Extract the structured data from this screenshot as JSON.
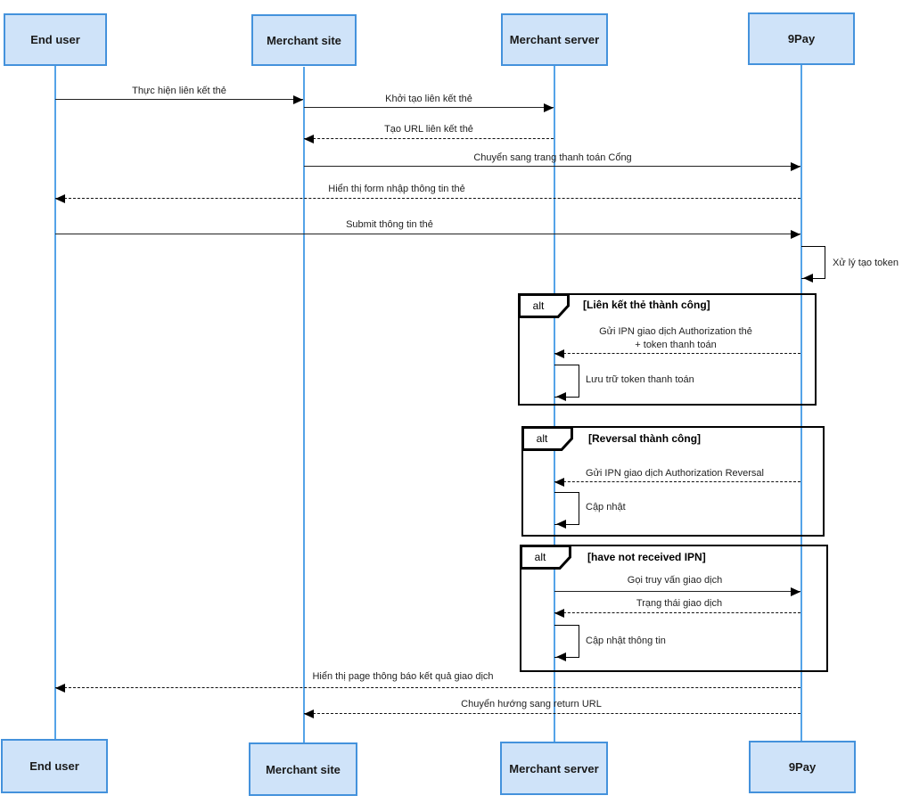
{
  "diagram_type": "uml-sequence-diagram",
  "colors": {
    "actor_fill": "#cfe3f9",
    "actor_border": "#4492dc",
    "lifeline": "#54a3e8",
    "frame_border": "#000000",
    "message_color": "#1f1f1f",
    "background": "#ffffff"
  },
  "actors": [
    {
      "name": "End user"
    },
    {
      "name": "Merchant site"
    },
    {
      "name": "Merchant server"
    },
    {
      "name": "9Pay"
    }
  ],
  "fragments": [
    {
      "operator": "alt",
      "condition": "[Liên kết thẻ thành công]"
    },
    {
      "operator": "alt",
      "condition": "[Reversal thành công]"
    },
    {
      "operator": "alt",
      "condition": "[have not received IPN]"
    }
  ],
  "messages": [
    {
      "label": "Thực hiện liên kết thẻ",
      "from": "End user",
      "to": "Merchant site",
      "style": "solid"
    },
    {
      "label": "Khởi tạo liên kết thẻ",
      "from": "Merchant site",
      "to": "Merchant server",
      "style": "solid"
    },
    {
      "label": "Tạo URL liên kết thẻ",
      "from": "Merchant server",
      "to": "Merchant site",
      "style": "dashed"
    },
    {
      "label": "Chuyển sang trang thanh toán Cổng",
      "from": "Merchant site",
      "to": "9Pay",
      "style": "solid"
    },
    {
      "label": "Hiển thị form nhập thông tin thẻ",
      "from": "9Pay",
      "to": "End user",
      "style": "dashed"
    },
    {
      "label": "Submit thông tin thẻ",
      "from": "End user",
      "to": "9Pay",
      "style": "solid"
    },
    {
      "label": "Xử lý tạo token",
      "from": "9Pay",
      "to": "9Pay",
      "style": "self"
    },
    {
      "label": "Gửi IPN giao dịch Authorization thẻ",
      "label_line2": "+ token thanh toán",
      "from": "9Pay",
      "to": "Merchant server",
      "style": "dashed",
      "fragment": "alt-1"
    },
    {
      "label": "Lưu trữ token thanh toán",
      "from": "Merchant server",
      "to": "Merchant server",
      "style": "self",
      "fragment": "alt-1"
    },
    {
      "label": "Gửi IPN giao dịch Authorization Reversal",
      "from": "9Pay",
      "to": "Merchant server",
      "style": "dashed",
      "fragment": "alt-2"
    },
    {
      "label": "Cập nhật",
      "from": "Merchant server",
      "to": "Merchant server",
      "style": "self",
      "fragment": "alt-2"
    },
    {
      "label": "Gọi truy vấn giao dịch",
      "from": "Merchant server",
      "to": "9Pay",
      "style": "solid",
      "fragment": "alt-3"
    },
    {
      "label": "Trạng thái giao dịch",
      "from": "9Pay",
      "to": "Merchant server",
      "style": "dashed",
      "fragment": "alt-3"
    },
    {
      "label": "Cập nhật thông tin",
      "from": "Merchant server",
      "to": "Merchant server",
      "style": "self",
      "fragment": "alt-3"
    },
    {
      "label": "Hiển thị page thông báo kết quả giao dịch",
      "from": "9Pay",
      "to": "End user",
      "style": "dashed"
    },
    {
      "label": "Chuyển hướng sang return URL",
      "from": "9Pay",
      "to": "Merchant site",
      "style": "dashed"
    }
  ]
}
